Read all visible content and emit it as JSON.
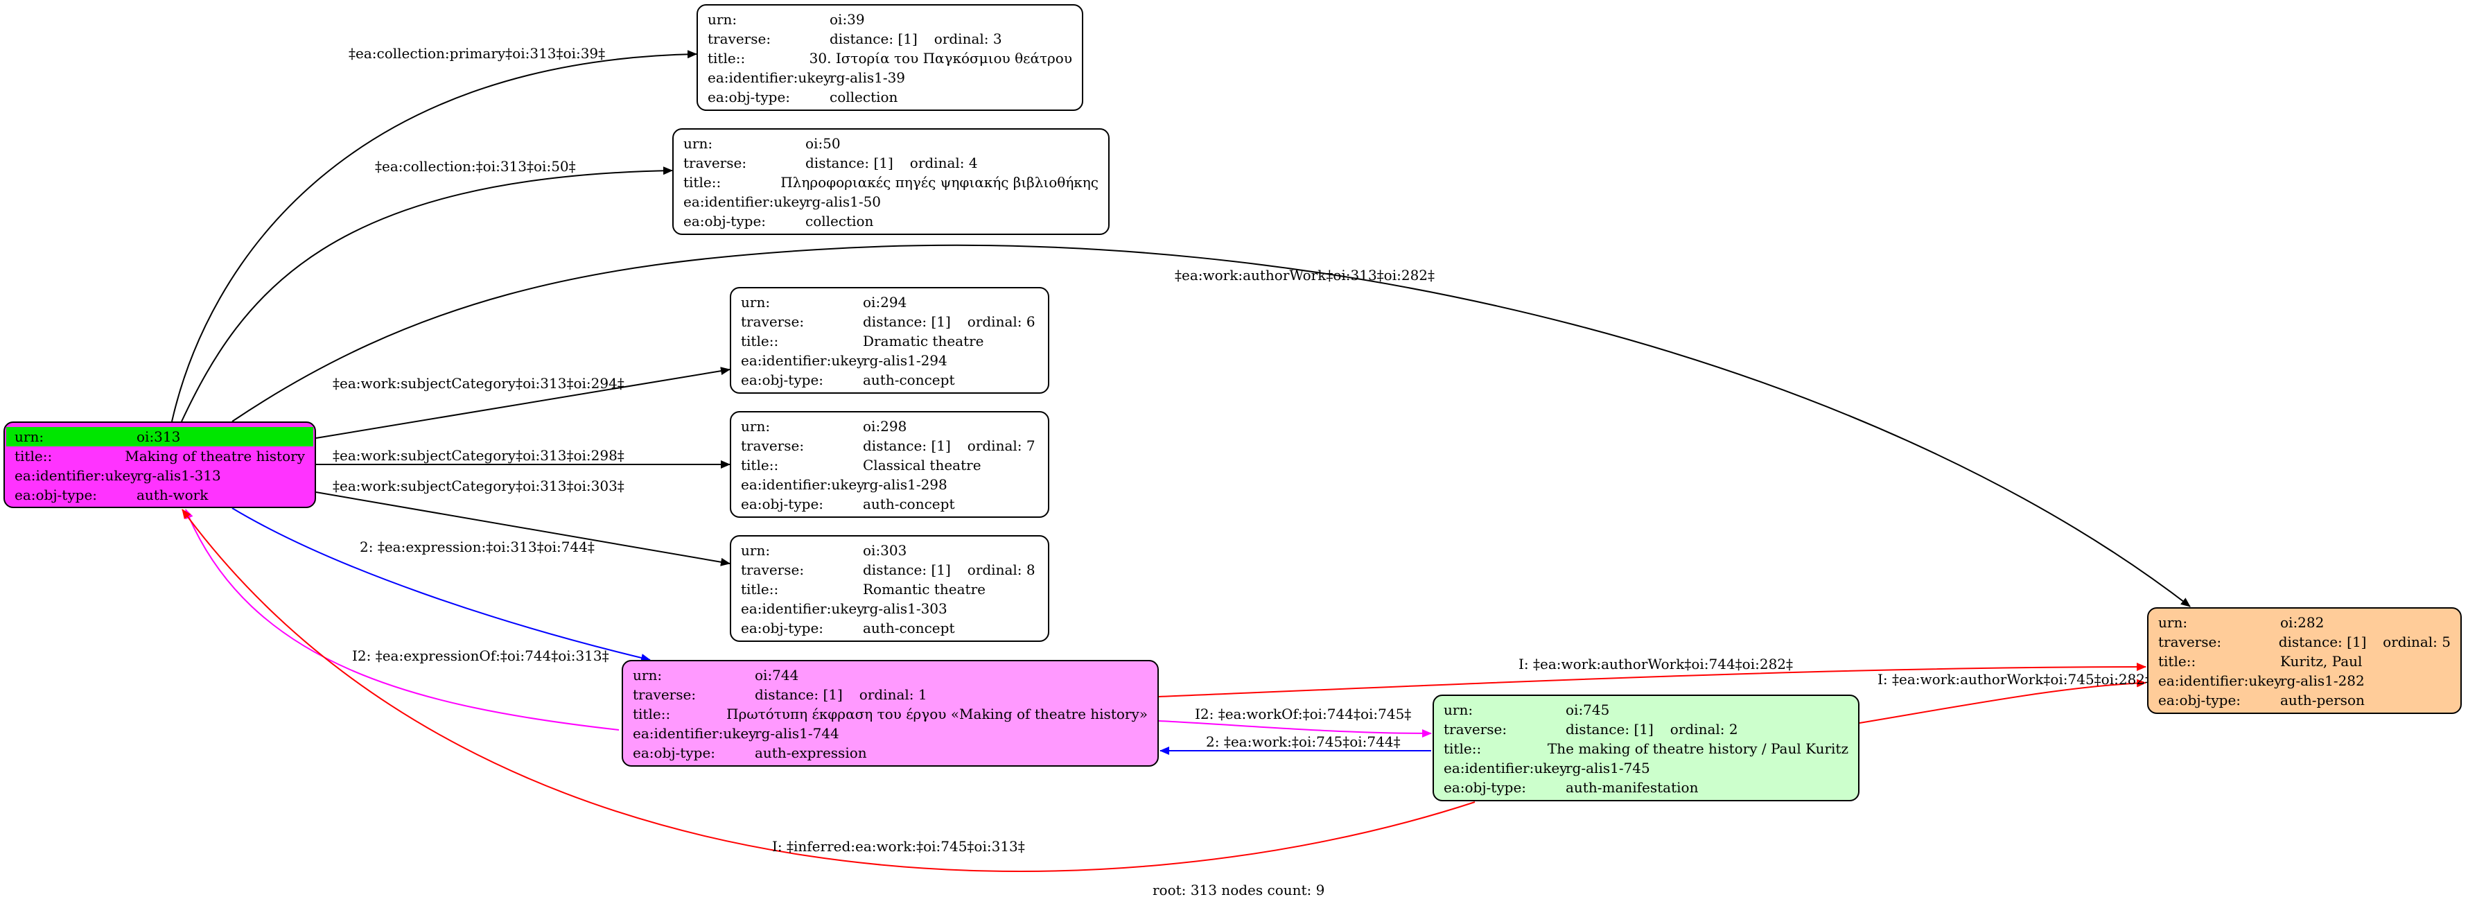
{
  "colors": {
    "root_fill": "#ff33ff",
    "root_highlight": "#00e600",
    "expression_fill": "#ff99ff",
    "manifestation_fill": "#ccffcc",
    "person_fill": "#ffcc99",
    "edge_default": "#000000",
    "edge_blue": "#0000ff",
    "edge_magenta": "#ff00ff",
    "edge_red": "#ff0000"
  },
  "nodes": {
    "n313": {
      "urn_k": "urn:",
      "urn_v": "oi:313",
      "title_k": "title::",
      "title_v": "Making of theatre history",
      "ukey_k": "ea:identifier:ukey",
      "ukey_v": "rg-alis1-313",
      "type_k": "ea:obj-type:",
      "type_v": "auth-work"
    },
    "n39": {
      "urn_k": "urn:",
      "urn_v": "oi:39",
      "trav_k": "traverse:",
      "dist": "distance: [1]",
      "ord": "ordinal: 3",
      "title_k": "title::",
      "title_v": "30. Ιστορία του Παγκόσμιου θεάτρου",
      "ukey_k": "ea:identifier:ukey",
      "ukey_v": "rg-alis1-39",
      "type_k": "ea:obj-type:",
      "type_v": "collection"
    },
    "n50": {
      "urn_k": "urn:",
      "urn_v": "oi:50",
      "trav_k": "traverse:",
      "dist": "distance: [1]",
      "ord": "ordinal: 4",
      "title_k": "title::",
      "title_v": "Πληροφοριακές πηγές ψηφιακής βιβλιοθήκης",
      "ukey_k": "ea:identifier:ukey",
      "ukey_v": "rg-alis1-50",
      "type_k": "ea:obj-type:",
      "type_v": "collection"
    },
    "n294": {
      "urn_k": "urn:",
      "urn_v": "oi:294",
      "trav_k": "traverse:",
      "dist": "distance: [1]",
      "ord": "ordinal: 6",
      "title_k": "title::",
      "title_v": "Dramatic theatre",
      "ukey_k": "ea:identifier:ukey",
      "ukey_v": "rg-alis1-294",
      "type_k": "ea:obj-type:",
      "type_v": "auth-concept"
    },
    "n298": {
      "urn_k": "urn:",
      "urn_v": "oi:298",
      "trav_k": "traverse:",
      "dist": "distance: [1]",
      "ord": "ordinal: 7",
      "title_k": "title::",
      "title_v": "Classical theatre",
      "ukey_k": "ea:identifier:ukey",
      "ukey_v": "rg-alis1-298",
      "type_k": "ea:obj-type:",
      "type_v": "auth-concept"
    },
    "n303": {
      "urn_k": "urn:",
      "urn_v": "oi:303",
      "trav_k": "traverse:",
      "dist": "distance: [1]",
      "ord": "ordinal: 8",
      "title_k": "title::",
      "title_v": "Romantic theatre",
      "ukey_k": "ea:identifier:ukey",
      "ukey_v": "rg-alis1-303",
      "type_k": "ea:obj-type:",
      "type_v": "auth-concept"
    },
    "n744": {
      "urn_k": "urn:",
      "urn_v": "oi:744",
      "trav_k": "traverse:",
      "dist": "distance: [1]",
      "ord": "ordinal: 1",
      "title_k": "title::",
      "title_v": "Πρωτότυπη έκφραση του έργου «Making of theatre history»",
      "ukey_k": "ea:identifier:ukey",
      "ukey_v": "rg-alis1-744",
      "type_k": "ea:obj-type:",
      "type_v": "auth-expression"
    },
    "n745": {
      "urn_k": "urn:",
      "urn_v": "oi:745",
      "trav_k": "traverse:",
      "dist": "distance: [1]",
      "ord": "ordinal: 2",
      "title_k": "title::",
      "title_v": "The making of theatre history / Paul Kuritz",
      "ukey_k": "ea:identifier:ukey",
      "ukey_v": "rg-alis1-745",
      "type_k": "ea:obj-type:",
      "type_v": "auth-manifestation"
    },
    "n282": {
      "urn_k": "urn:",
      "urn_v": "oi:282",
      "trav_k": "traverse:",
      "dist": "distance: [1]",
      "ord": "ordinal: 5",
      "title_k": "title::",
      "title_v": "Kuritz, Paul",
      "ukey_k": "ea:identifier:ukey",
      "ukey_v": "rg-alis1-282",
      "type_k": "ea:obj-type:",
      "type_v": "auth-person"
    }
  },
  "edges": {
    "e39": "‡ea:collection:primary‡oi:313‡oi:39‡",
    "e50": "‡ea:collection:‡oi:313‡oi:50‡",
    "e282": "‡ea:work:authorWork‡oi:313‡oi:282‡",
    "e294": "‡ea:work:subjectCategory‡oi:313‡oi:294‡",
    "e298": "‡ea:work:subjectCategory‡oi:313‡oi:298‡",
    "e303": "‡ea:work:subjectCategory‡oi:313‡oi:303‡",
    "e744": "2: ‡ea:expression:‡oi:313‡oi:744‡",
    "e744b": "I2: ‡ea:expressionOf:‡oi:744‡oi:313‡",
    "e744_282": "I: ‡ea:work:authorWork‡oi:744‡oi:282‡",
    "e744_745": "I2: ‡ea:workOf:‡oi:744‡oi:745‡",
    "e745_744": "2: ‡ea:work:‡oi:745‡oi:744‡",
    "e745_282": "I: ‡ea:work:authorWork‡oi:745‡oi:282‡",
    "e745_313": "I: ‡inferred:ea:work:‡oi:745‡oi:313‡"
  },
  "footer": "root: 313 nodes count: 9"
}
